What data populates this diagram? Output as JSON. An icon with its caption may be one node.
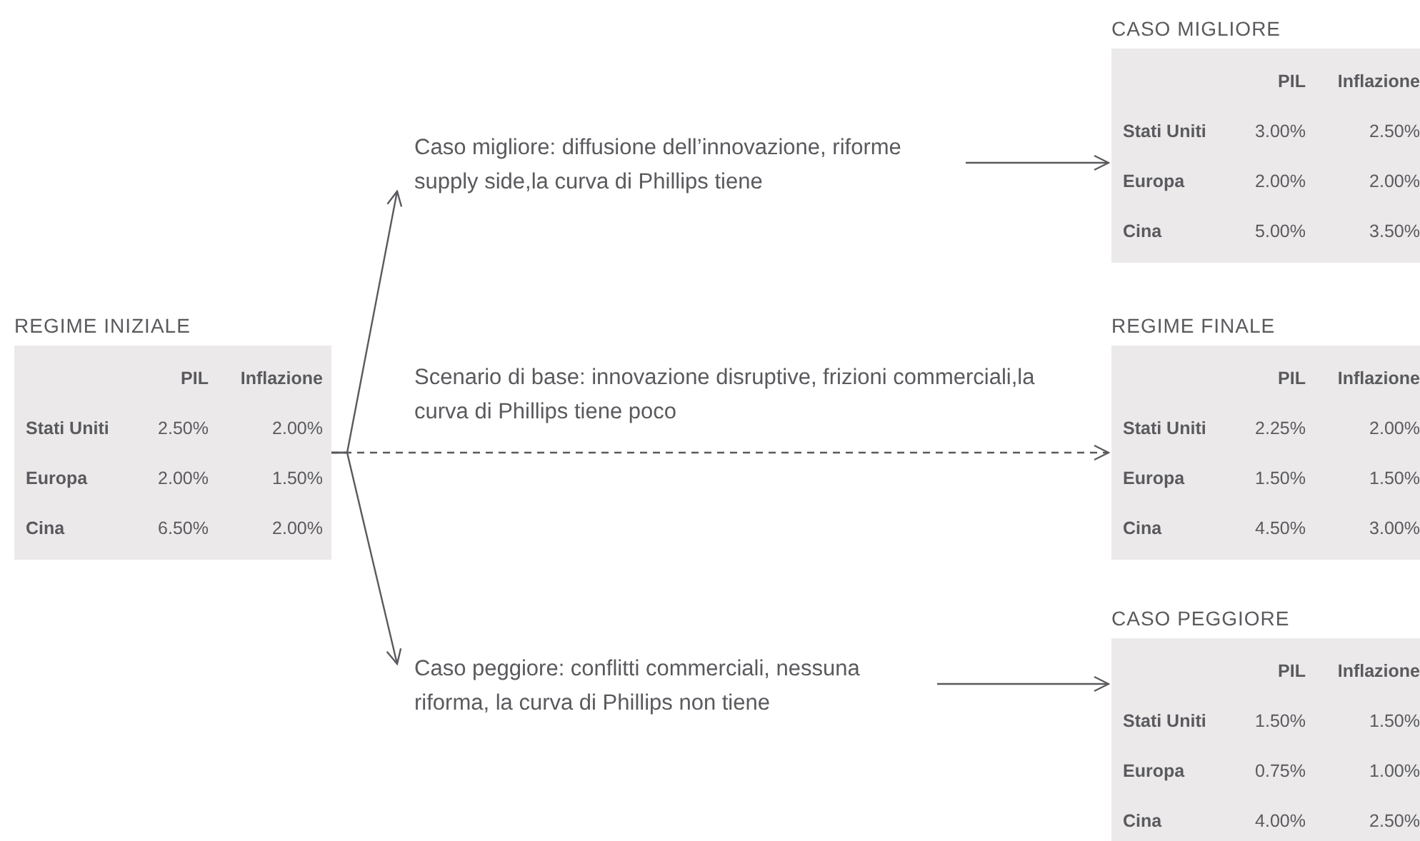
{
  "diagram": {
    "nodes": [
      {
        "text": [
          "REGIME INIZIALE",
          "PIL",
          "Inflazione",
          "Stati Uniti",
          "2.50%",
          "2.00%",
          "Europa",
          "2.00%",
          "1.50%",
          "Cina",
          "6.50%",
          "2.00%"
        ]
      },
      {
        "text": [
          "Caso migliore: diffusione dell’innovazione, riforme supply side,la curva di Phillips tiene"
        ]
      },
      {
        "text": [
          "Caso peggiore: conflitti commerciali, nessuna riforma, la curva di Phillips non tiene"
        ]
      },
      {
        "text": [
          "CASO MIGLIORE",
          "PIL",
          "Inflazione",
          "Stati Uniti",
          "3.00%",
          "2.50%",
          "Europa",
          "2.00%",
          "2.00%",
          "Cina",
          "5.00%",
          "3.50%"
        ]
      },
      {
        "text": [
          "REGIME FINALE",
          "PIL",
          "Inflazione",
          "Stati Uniti",
          "2.25%",
          "2.00%",
          "Europa",
          "1.50%",
          "1.50%",
          "Cina",
          "4.50%",
          "3.00%"
        ]
      },
      {
        "text": [
          "CASO PEGGIORE",
          "PIL",
          "Inflazione",
          "Stati Uniti",
          "1.50%",
          "1.50%",
          "Europa",
          "0.75%",
          "1.00%",
          "Cina",
          "4.00%",
          "2.50%"
        ]
      }
    ],
    "edges": [
      {
        "from": 0,
        "to": 1,
        "arrow": "to"
      },
      {
        "from": 0,
        "to": 4,
        "arrow": "to",
        "style": "dashed",
        "label": "Scenario di base: innovazione disruptive, frizioni commerciali,la curva di Phillips tiene poco"
      },
      {
        "from": 0,
        "to": 2,
        "arrow": "to"
      },
      {
        "from": 1,
        "to": 3,
        "arrow": "to"
      },
      {
        "from": 2,
        "to": 5,
        "arrow": "to"
      }
    ]
  }
}
